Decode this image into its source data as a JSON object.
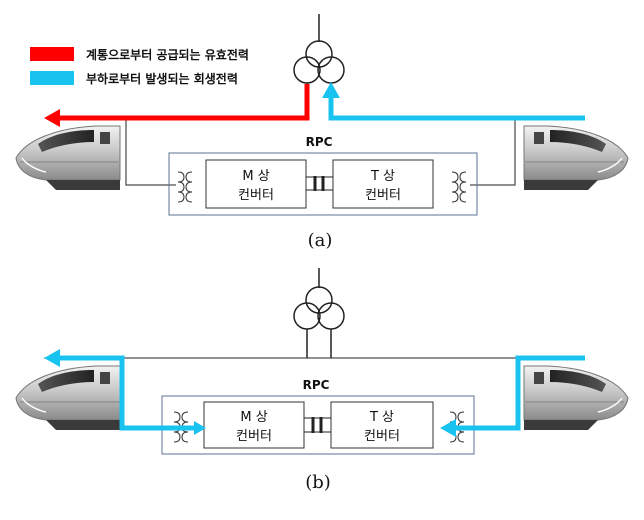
{
  "legend": {
    "active_power_label": "계통으로부터 공급되는 유효전력",
    "regen_power_label": "부하로부터 발생되는 회생전력",
    "active_color": "#ff0000",
    "regen_color": "#19c3f0"
  },
  "panel_a": {
    "caption": "(a)",
    "rpc_label": "RPC",
    "m_converter": {
      "line1": "M 상",
      "line2": "컨버터"
    },
    "t_converter": {
      "line1": "T 상",
      "line2": "컨버터"
    }
  },
  "panel_b": {
    "caption": "(b)",
    "rpc_label": "RPC",
    "m_converter": {
      "line1": "M 상",
      "line2": "컨버터"
    },
    "t_converter": {
      "line1": "T 상",
      "line2": "컨버터"
    }
  }
}
